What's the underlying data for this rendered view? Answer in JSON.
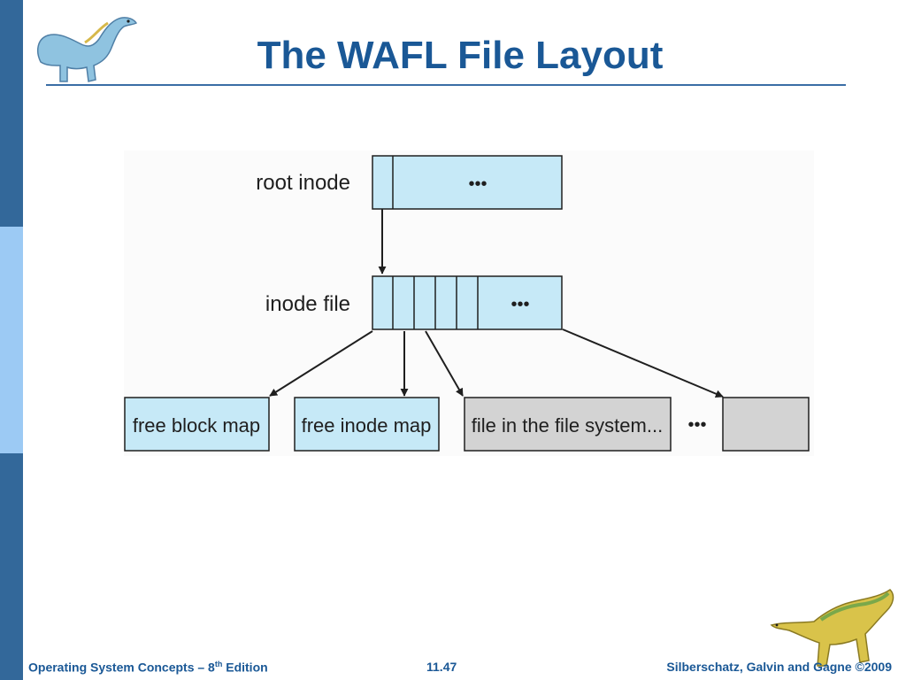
{
  "slide": {
    "title": "The WAFL File Layout",
    "footer": {
      "book_prefix": "Operating System Concepts – 8",
      "book_sup": "th",
      "book_suffix": " Edition",
      "page": "11.47",
      "authors": "Silberschatz, Galvin and Gagne ©2009"
    }
  },
  "diagram": {
    "root_label": "root inode",
    "inode_label": "inode file",
    "ellipsis": "•••",
    "free_block_map": "free block map",
    "free_inode_map": "free inode map",
    "file_in_fs": "file in the file system...",
    "colors": {
      "block_fill": "#c6e9f7",
      "file_fill": "#d3d3d3",
      "stroke": "#1f1f1f",
      "side_dark": "#33689a",
      "side_light": "#9ccaf4",
      "title": "#1a5896"
    }
  }
}
